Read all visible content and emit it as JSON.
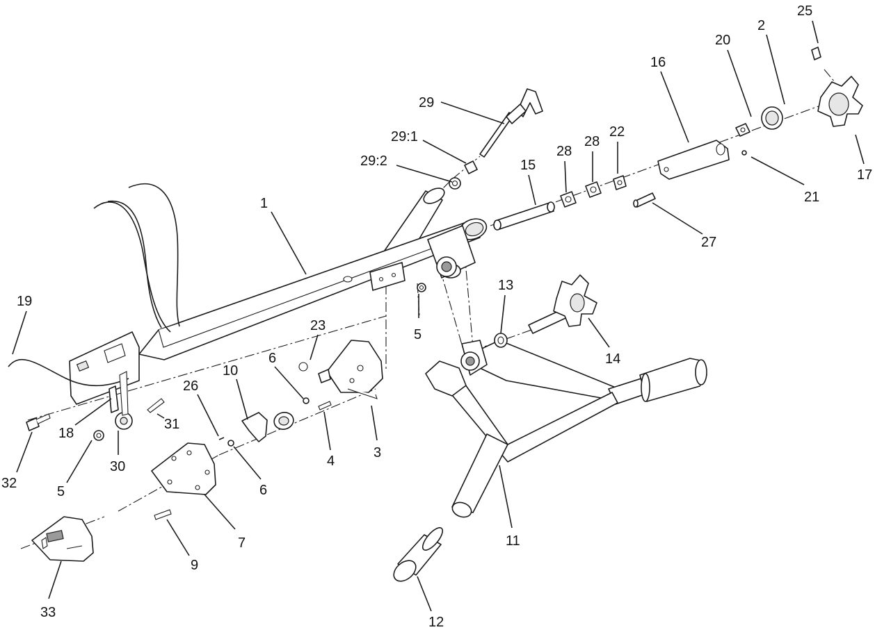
{
  "diagram": {
    "callouts": [
      {
        "id": "25",
        "label": "25"
      },
      {
        "id": "2",
        "label": "2"
      },
      {
        "id": "20",
        "label": "20"
      },
      {
        "id": "16",
        "label": "16"
      },
      {
        "id": "29",
        "label": "29"
      },
      {
        "id": "29_1",
        "label": "29:1"
      },
      {
        "id": "29_2",
        "label": "29:2"
      },
      {
        "id": "28a",
        "label": "28"
      },
      {
        "id": "28b",
        "label": "28"
      },
      {
        "id": "22",
        "label": "22"
      },
      {
        "id": "15",
        "label": "15"
      },
      {
        "id": "17",
        "label": "17"
      },
      {
        "id": "21",
        "label": "21"
      },
      {
        "id": "27",
        "label": "27"
      },
      {
        "id": "1",
        "label": "1"
      },
      {
        "id": "19",
        "label": "19"
      },
      {
        "id": "5a",
        "label": "5"
      },
      {
        "id": "13",
        "label": "13"
      },
      {
        "id": "23",
        "label": "23"
      },
      {
        "id": "6a",
        "label": "6"
      },
      {
        "id": "10",
        "label": "10"
      },
      {
        "id": "26",
        "label": "26"
      },
      {
        "id": "14",
        "label": "14"
      },
      {
        "id": "31",
        "label": "31"
      },
      {
        "id": "18",
        "label": "18"
      },
      {
        "id": "3",
        "label": "3"
      },
      {
        "id": "4",
        "label": "4"
      },
      {
        "id": "30",
        "label": "30"
      },
      {
        "id": "32",
        "label": "32"
      },
      {
        "id": "5b",
        "label": "5"
      },
      {
        "id": "6b",
        "label": "6"
      },
      {
        "id": "7",
        "label": "7"
      },
      {
        "id": "11",
        "label": "11"
      },
      {
        "id": "9",
        "label": "9"
      },
      {
        "id": "33",
        "label": "33"
      },
      {
        "id": "12",
        "label": "12"
      }
    ]
  }
}
